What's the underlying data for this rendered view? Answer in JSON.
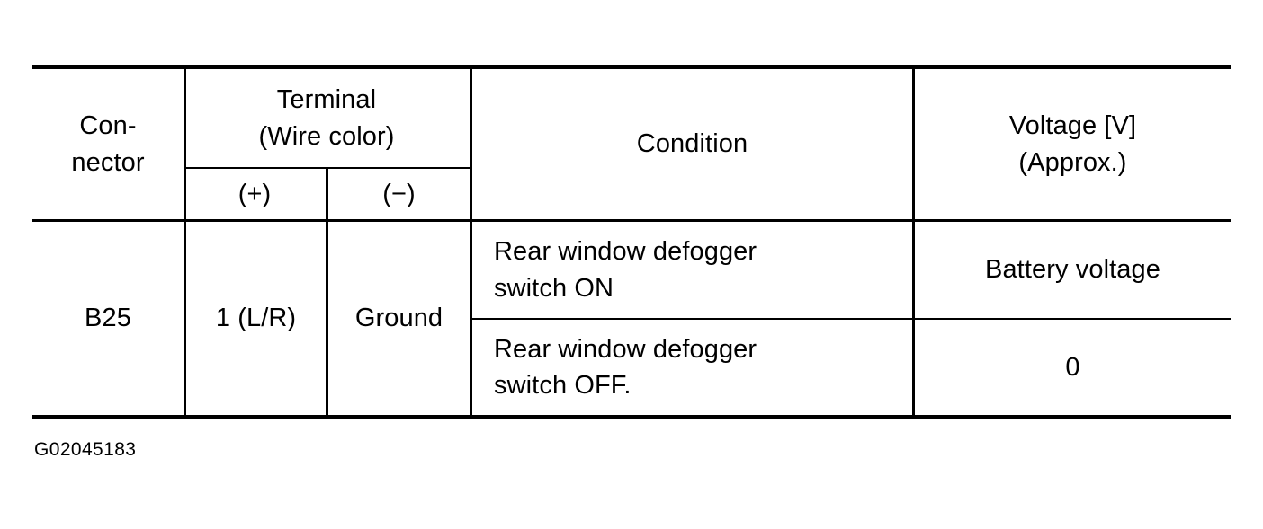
{
  "table": {
    "headers": {
      "connector": "Con-\nnector",
      "connector_plain": "Connector",
      "terminal": "Terminal\n(Wire color)",
      "terminal_line1": "Terminal",
      "terminal_line2": "(Wire color)",
      "terminal_positive": "(+)",
      "terminal_negative": "(−)",
      "condition": "Condition",
      "voltage_line1": "Voltage [V]",
      "voltage_line2": "(Approx.)"
    },
    "rows": [
      {
        "connector": "B25",
        "terminal_positive": "1 (L/R)",
        "terminal_negative": "Ground",
        "condition": "Rear window defogger switch ON",
        "condition_line1": "Rear window defogger",
        "condition_line2": "switch ON",
        "voltage": "Battery voltage"
      },
      {
        "connector": "B25",
        "terminal_positive": "1 (L/R)",
        "terminal_negative": "Ground",
        "condition": "Rear window defogger switch OFF.",
        "condition_line1": "Rear window defogger",
        "condition_line2": "switch OFF.",
        "voltage": "0"
      }
    ]
  },
  "caption": "G02045183",
  "colors": {
    "ink": "#000000",
    "paper": "#ffffff"
  }
}
